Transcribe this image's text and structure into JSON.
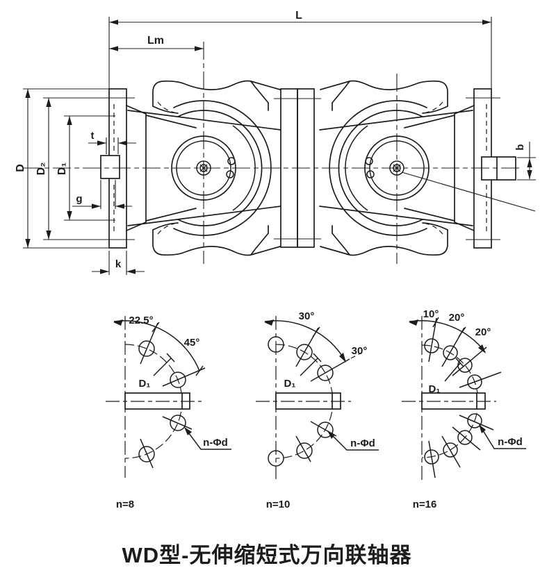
{
  "main_view": {
    "dim_labels": {
      "L": "L",
      "Lm": "Lm",
      "D": "D",
      "D2": "D₂",
      "D1": "D₁",
      "t": "t",
      "g": "g",
      "k": "k",
      "b": "b"
    }
  },
  "bolt_diagrams": [
    {
      "angles": [
        "22.5°",
        "45°"
      ],
      "bolt_circle_label": "D₁",
      "holes_label": "n-Φd",
      "count": "n=8"
    },
    {
      "angles": [
        "30°",
        "30°"
      ],
      "bolt_circle_label": "D₁",
      "holes_label": "n-Φd",
      "count": "n=10"
    },
    {
      "angles": [
        "10°",
        "20°",
        "20°"
      ],
      "bolt_circle_label": "D₁",
      "holes_label": "n-Φd",
      "count": "n=16"
    }
  ],
  "caption": "WD型-无伸缩短式万向联轴器",
  "colors": {
    "line": "#1c1c1c",
    "background": "#ffffff"
  }
}
